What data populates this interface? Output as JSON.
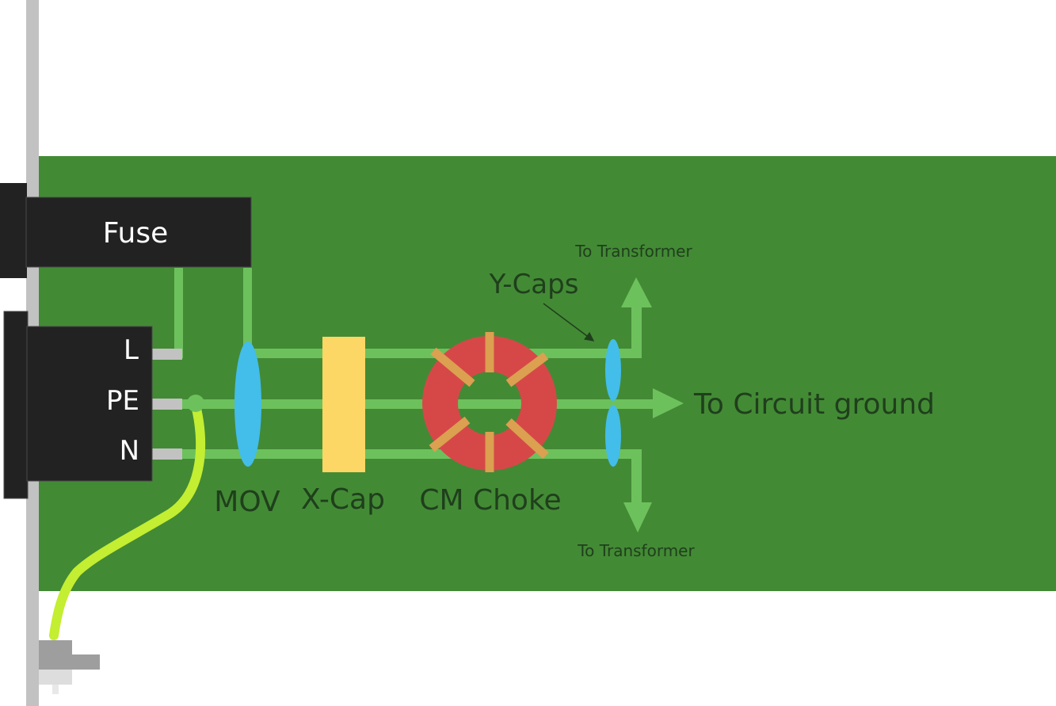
{
  "labels": {
    "fuse": "Fuse",
    "line": "L",
    "protective_earth": "PE",
    "neutral": "N",
    "mov": "MOV",
    "x_cap": "X-Cap",
    "cm_choke": "CM Choke",
    "y_caps": "Y-Caps",
    "to_transformer_top": "To Transformer",
    "to_transformer_bottom": "To Transformer",
    "to_circuit_ground": "To Circuit ground"
  },
  "colors": {
    "pcb": "#438a35",
    "trace": "#6dc15c",
    "chassis": "#c2c2c2",
    "connector": "#222222",
    "connector_text": "#ffffff",
    "mov": "#43bde9",
    "x_cap": "#fcd765",
    "choke_core": "#d64848",
    "choke_winding": "#dba050",
    "y_cap": "#43bde9",
    "ground_wire": "#c3ee31",
    "dark_text": "#1f3f1c",
    "screw_dark": "#9e9e9e",
    "screw_light": "#dddddd"
  }
}
